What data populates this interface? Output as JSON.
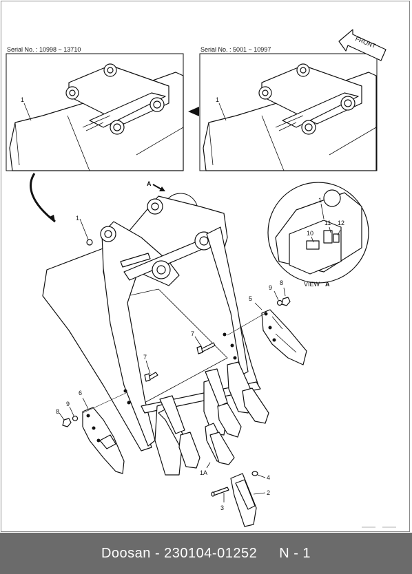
{
  "inset_left": {
    "serial": "Serial No. : 10998 ~ 13710",
    "callout": "1"
  },
  "inset_right": {
    "serial": "Serial No. : 5001 ~ 10997",
    "callout": "1"
  },
  "front_arrow": "FRONT",
  "view_a": {
    "title": "VIEW",
    "letter": "A",
    "callouts": [
      "1",
      "11",
      "12",
      "10"
    ]
  },
  "view_marker": "A",
  "callouts": {
    "bucket": "1",
    "tooth": "2",
    "pin": "3",
    "lock": "4",
    "side_cutter_r": "5",
    "side_cutter_l": "6",
    "bolt_upper": "7",
    "bolt_lower": "7",
    "nut_r": "8",
    "washer_r": "9",
    "nut_l": "8",
    "washer_l": "9",
    "adapter": "1A"
  },
  "footer": {
    "brand": "Doosan",
    "sep": " - ",
    "part_number": "230104-01252",
    "page": "N - 1"
  },
  "colors": {
    "footer_bg": "#6b6b6b",
    "line": "#111111"
  }
}
